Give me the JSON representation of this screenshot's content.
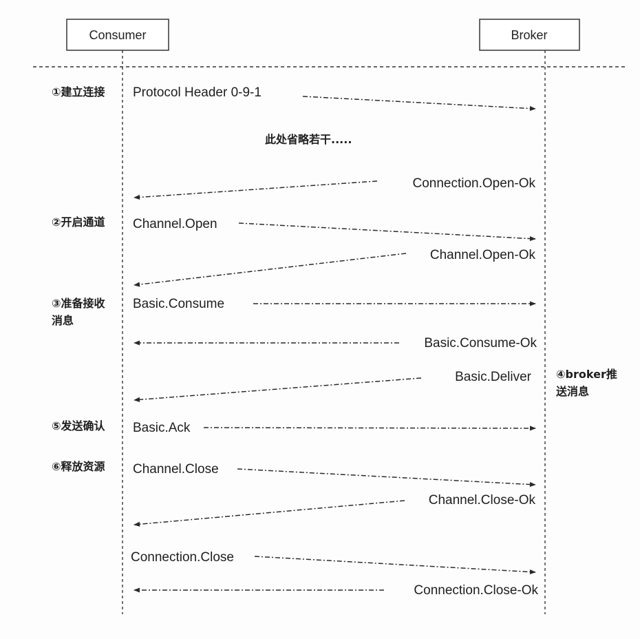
{
  "participants": {
    "consumer": "Consumer",
    "broker": "Broker"
  },
  "steps": {
    "connect": "①建立连接",
    "open_channel": "②开启通道",
    "prepare_line1": "③准备接收",
    "prepare_line2": "消息",
    "push_line1": "④broker推",
    "push_line2": "送消息",
    "ack": "⑤发送确认",
    "release": "⑥释放资源"
  },
  "note": "此处省略若干.....",
  "messages": [
    {
      "label": "Protocol Header 0-9-1"
    },
    {
      "label": "Connection.Open-Ok"
    },
    {
      "label": "Channel.Open"
    },
    {
      "label": "Channel.Open-Ok"
    },
    {
      "label": "Basic.Consume"
    },
    {
      "label": "Basic.Consume-Ok"
    },
    {
      "label": "Basic.Deliver"
    },
    {
      "label": "Basic.Ack"
    },
    {
      "label": "Channel.Close"
    },
    {
      "label": "Channel.Close-Ok"
    },
    {
      "label": "Connection.Close"
    },
    {
      "label": "Connection.Close-Ok"
    }
  ],
  "colors": {
    "line": "#2a2a2a",
    "text": "#1e1e1e"
  }
}
